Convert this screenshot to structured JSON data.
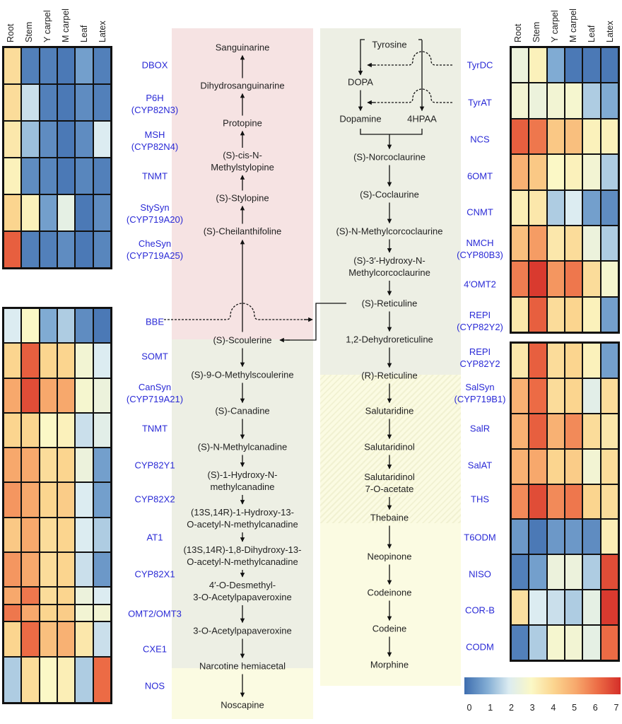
{
  "tissues": [
    "Root",
    "Stem",
    "Y carpel",
    "M carpel",
    "Leaf",
    "Latex"
  ],
  "colorbar": {
    "min": 0,
    "max": 7,
    "ticks": [
      "0",
      "1",
      "2",
      "3",
      "4",
      "5",
      "6",
      "7"
    ],
    "colors": [
      "#3e6daf",
      "#80abd3",
      "#dcecf1",
      "#fbf8c6",
      "#fbd58f",
      "#f7a86c",
      "#ec6b45",
      "#d42e29"
    ]
  },
  "heatmaps": {
    "left_top": [
      [
        3.8,
        0.3,
        0.3,
        0.2,
        0.8,
        0.3
      ],
      [
        3.8,
        1.8,
        0.3,
        0.2,
        0.5,
        0.3
      ],
      [
        3.5,
        1.3,
        0.5,
        0.2,
        0.5,
        2.0
      ],
      [
        3.2,
        0.5,
        0.4,
        0.2,
        0.4,
        0.3
      ],
      [
        4.0,
        3.2,
        0.8,
        2.3,
        0.2,
        0.5
      ],
      [
        6.2,
        0.3,
        0.3,
        0.5,
        0.2,
        0.4
      ]
    ],
    "left_bottom": [
      [
        2.0,
        3.0,
        1.0,
        1.5,
        0.5,
        0.2
      ],
      [
        4.0,
        6.2,
        4.0,
        4.0,
        2.7,
        2.0
      ],
      [
        5.0,
        6.5,
        5.0,
        5.0,
        2.8,
        2.5
      ],
      [
        4.0,
        4.0,
        3.0,
        3.2,
        1.8,
        2.2
      ],
      [
        5.0,
        5.0,
        3.8,
        4.0,
        2.5,
        0.8
      ],
      [
        5.3,
        5.0,
        4.0,
        4.2,
        2.0,
        0.8
      ],
      [
        4.3,
        5.0,
        3.8,
        4.0,
        2.0,
        1.5
      ],
      [
        5.3,
        5.0,
        3.8,
        4.0,
        1.8,
        0.7
      ],
      [
        5.0,
        5.8,
        3.8,
        4.0,
        2.5,
        2.0
      ],
      [
        5.8,
        5.0,
        4.0,
        4.2,
        2.7,
        2.7
      ],
      [
        4.0,
        6.0,
        4.5,
        4.8,
        3.5,
        1.8
      ],
      [
        1.5,
        3.8,
        3.0,
        3.3,
        1.5,
        6.0
      ]
    ],
    "right_top": [
      [
        2.5,
        3.2,
        1.0,
        0.2,
        0.2,
        0.2
      ],
      [
        2.7,
        2.5,
        2.7,
        2.8,
        1.5,
        1.0
      ],
      [
        6.2,
        5.8,
        4.3,
        4.5,
        3.2,
        3.2
      ],
      [
        4.8,
        4.3,
        3.0,
        3.2,
        2.7,
        1.5
      ],
      [
        3.3,
        3.5,
        1.5,
        2.0,
        0.8,
        0.5
      ],
      [
        4.5,
        5.2,
        3.5,
        3.8,
        2.5,
        1.5
      ],
      [
        5.7,
        6.8,
        5.3,
        5.8,
        3.8,
        2.8
      ],
      [
        3.5,
        6.2,
        3.8,
        4.0,
        3.2,
        0.8
      ]
    ],
    "right_bottom": [
      [
        3.5,
        6.2,
        3.8,
        4.0,
        3.2,
        0.8
      ],
      [
        4.8,
        6.0,
        3.8,
        4.0,
        2.2,
        3.8
      ],
      [
        4.8,
        6.2,
        4.8,
        5.5,
        3.8,
        3.5
      ],
      [
        4.8,
        5.0,
        4.0,
        4.2,
        2.7,
        3.8
      ],
      [
        5.5,
        6.5,
        5.5,
        5.8,
        4.0,
        3.8
      ],
      [
        0.7,
        0.2,
        0.7,
        0.7,
        0.5,
        3.3
      ],
      [
        0.3,
        0.8,
        2.5,
        2.5,
        1.5,
        6.5
      ],
      [
        3.7,
        2.0,
        1.8,
        1.5,
        2.3,
        6.8
      ],
      [
        0.3,
        1.5,
        2.8,
        2.7,
        2.3,
        6.0
      ]
    ]
  },
  "enzymes": {
    "left": [
      [
        "DBOX"
      ],
      [
        "P6H",
        "(CYP82N3)"
      ],
      [
        "MSH",
        "(CYP82N4)"
      ],
      [
        "TNMT"
      ],
      [
        "StySyn",
        "(CYP719A20)"
      ],
      [
        "CheSyn",
        "(CYP719A25)"
      ],
      [
        "BBE"
      ],
      [
        "SOMT"
      ],
      [
        "CanSyn",
        "(CYP719A21)"
      ],
      [
        "TNMT"
      ],
      [
        "CYP82Y1"
      ],
      [
        "CYP82X2"
      ],
      [
        "AT1"
      ],
      [
        "CYP82X1"
      ],
      [
        "OMT2/OMT3"
      ],
      [
        "CXE1"
      ],
      [
        "NOS"
      ]
    ],
    "right": [
      [
        "TyrDC"
      ],
      [
        "TyrAT"
      ],
      [
        "NCS"
      ],
      [
        "6OMT"
      ],
      [
        "CNMT"
      ],
      [
        "NMCH",
        "(CYP80B3)"
      ],
      [
        "4′OMT2"
      ],
      [
        "REPI",
        "(CYP82Y2)"
      ],
      [
        "REPI",
        "CYP82Y2"
      ],
      [
        "SalSyn",
        "(CYP719B1)"
      ],
      [
        "SalR"
      ],
      [
        "SalAT"
      ],
      [
        "THS"
      ],
      [
        "T6ODM"
      ],
      [
        "NISO"
      ],
      [
        "COR-B"
      ],
      [
        "CODM"
      ]
    ]
  },
  "compounds": {
    "left": [
      [
        "Sanguinarine"
      ],
      [
        "Dihydrosanguinarine"
      ],
      [
        "Protopine"
      ],
      [
        "(S)-cis-N-",
        "Methylstylopine"
      ],
      [
        "(S)-Stylopine"
      ],
      [
        "(S)-Cheilanthifoline"
      ],
      [
        "(S)-Scoulerine"
      ],
      [
        "(S)-9-O-Methylscoulerine"
      ],
      [
        "(S)-Canadine"
      ],
      [
        "(S)-N-Methylcanadine"
      ],
      [
        "(S)-1-Hydroxy-N-",
        "methylcanadine"
      ],
      [
        "(13S,14R)-1-Hydroxy-13-",
        "O-acetyl-N-methylcanadine"
      ],
      [
        "(13S,14R)-1,8-Dihydroxy-13-",
        "O-acetyl-N-methylcanadine"
      ],
      [
        "4′-O-Desmethyl-",
        "3-O-Acetylpapaveroxine"
      ],
      [
        "3-O-Acetylpapaveroxine"
      ],
      [
        "Narcotine hemiacetal"
      ],
      [
        "Noscapine"
      ]
    ],
    "right": [
      [
        "Tyrosine"
      ],
      [
        "DOPA"
      ],
      [
        "Dopamine"
      ],
      [
        "4HPAA"
      ],
      [
        "(S)-Norcoclaurine"
      ],
      [
        "(S)-Coclaurine"
      ],
      [
        "(S)-N-Methylcorcoclaurine"
      ],
      [
        "(S)-3′-Hydroxy-N-",
        "Methylcorcoclaurine"
      ],
      [
        "(S)-Reticuline"
      ],
      [
        "1,2-Dehydroreticuline"
      ],
      [
        "(R)-Reticuline"
      ],
      [
        "Salutaridine"
      ],
      [
        "Salutaridinol"
      ],
      [
        "Salutaridinol",
        "7-O-acetate"
      ],
      [
        "Thebaine"
      ],
      [
        "Neopinone"
      ],
      [
        "Codeinone"
      ],
      [
        "Codeine"
      ],
      [
        "Morphine"
      ]
    ]
  }
}
